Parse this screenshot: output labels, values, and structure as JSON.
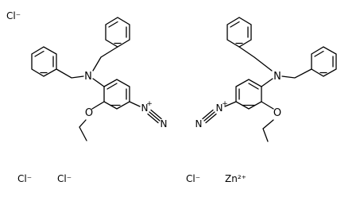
{
  "diagram": {
    "type": "chemical-structure",
    "background": "#ffffff",
    "line_color": "#000000",
    "ions": [
      {
        "id": "cl-1",
        "label": "Cl⁻"
      },
      {
        "id": "cl-2",
        "label": "Cl⁻"
      },
      {
        "id": "cl-3",
        "label": "Cl⁻"
      },
      {
        "id": "cl-4",
        "label": "Cl⁻"
      },
      {
        "id": "zn",
        "label": "Zn²⁺"
      }
    ],
    "cations": [
      {
        "id": "left-cation",
        "amine_nitrogen": "N",
        "ether_oxygen": "O",
        "diazonium": {
          "n_inner": "N",
          "charge": "+",
          "n_outer": "N"
        }
      },
      {
        "id": "right-cation",
        "amine_nitrogen": "N",
        "ether_oxygen": "O",
        "diazonium": {
          "n_inner": "N",
          "charge": "+",
          "n_outer": "N"
        }
      }
    ]
  }
}
